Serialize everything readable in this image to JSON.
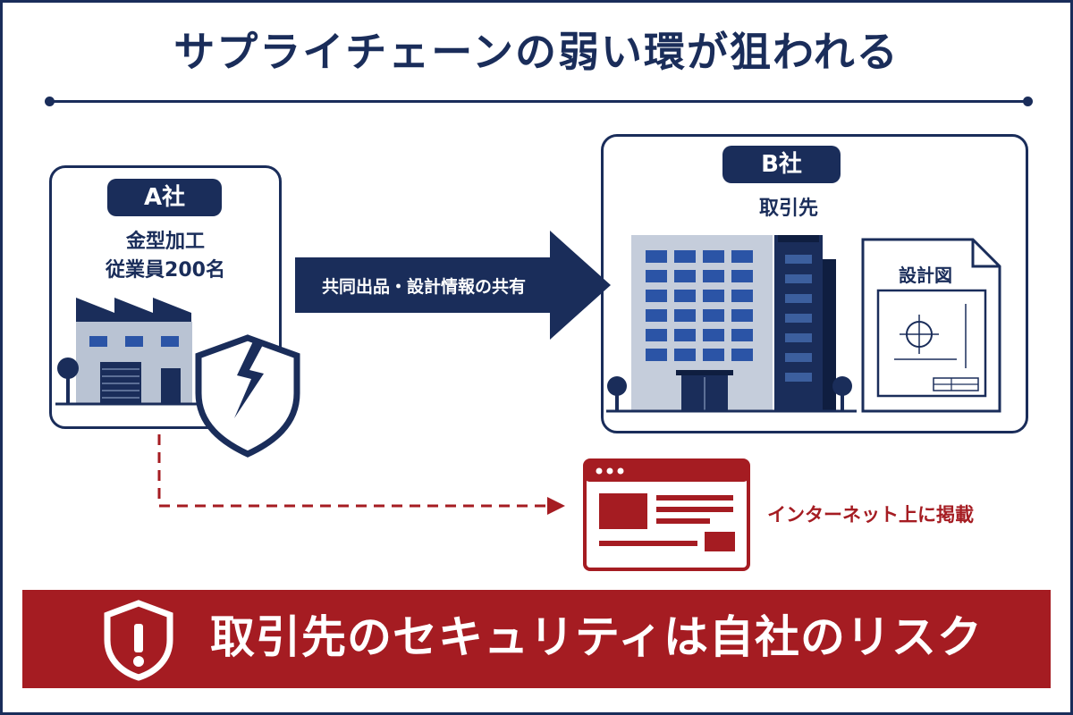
{
  "title": "サプライチェーンの弱い環が狙われる",
  "company_a": {
    "badge": "A社",
    "line1": "金型加工",
    "line2": "従業員200名"
  },
  "company_b": {
    "badge": "B社",
    "subtitle": "取引先",
    "document_label": "設計図"
  },
  "flow_arrow_label": "共同出品・設計情報の共有",
  "leak_label": "インターネット上に掲載",
  "banner_text": "取引先のセキュリティは自社のリスク",
  "colors": {
    "navy": "#1a2d5a",
    "red": "#a51c22",
    "window_blue": "#2b54a6",
    "building_gray": "#b9c3d3"
  },
  "icons": [
    "factory-icon",
    "broken-shield-icon",
    "office-building-icon",
    "blueprint-document-icon",
    "browser-window-icon",
    "warning-shield-icon"
  ]
}
